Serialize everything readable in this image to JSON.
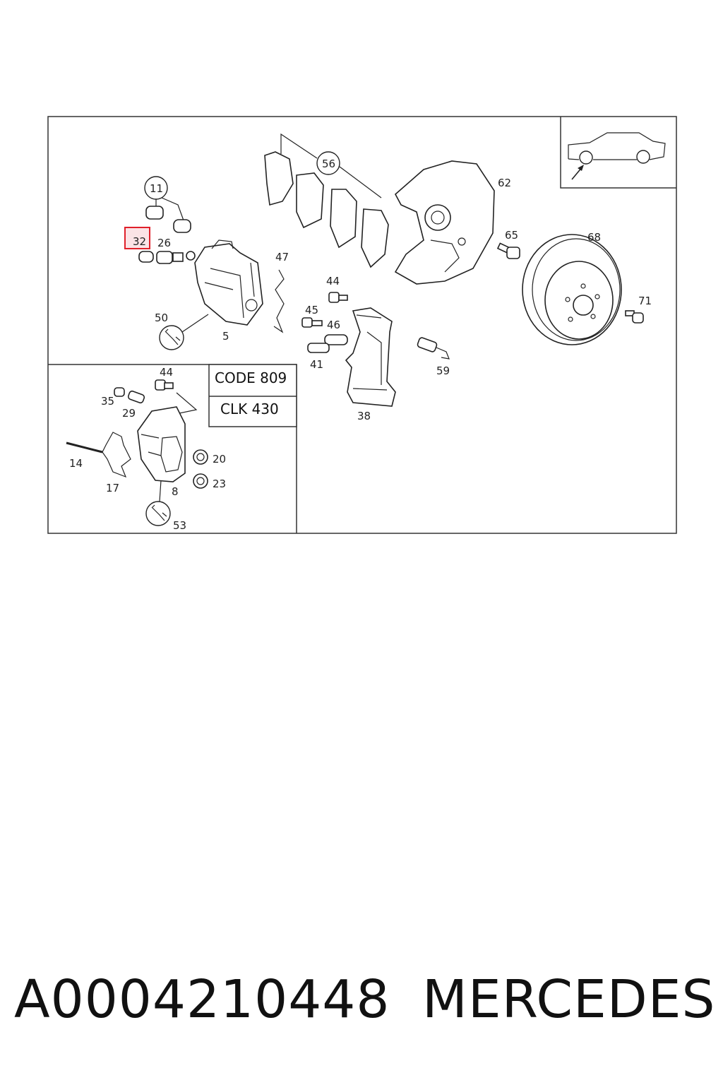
{
  "labels": {
    "l11": "11",
    "l32": "32",
    "l26": "26",
    "l50": "50",
    "l5": "5",
    "l56": "56",
    "l47": "47",
    "l44a": "44",
    "l45": "45",
    "l46": "46",
    "l41": "41",
    "l38": "38",
    "l59": "59",
    "l62": "62",
    "l65": "65",
    "l68": "68",
    "l71": "71",
    "l44b": "44",
    "l35": "35",
    "l29": "29",
    "l14": "14",
    "l17": "17",
    "l8": "8",
    "l20": "20",
    "l23": "23",
    "l53": "53"
  },
  "code_box": {
    "line1": "CODE 809",
    "line2": "CLK 430"
  },
  "highlight": {
    "label": "32",
    "color": "#e0202a",
    "fill": "#fbe3e6"
  },
  "caption": {
    "part_number": "A0004210448",
    "brand": "MERCEDES"
  }
}
